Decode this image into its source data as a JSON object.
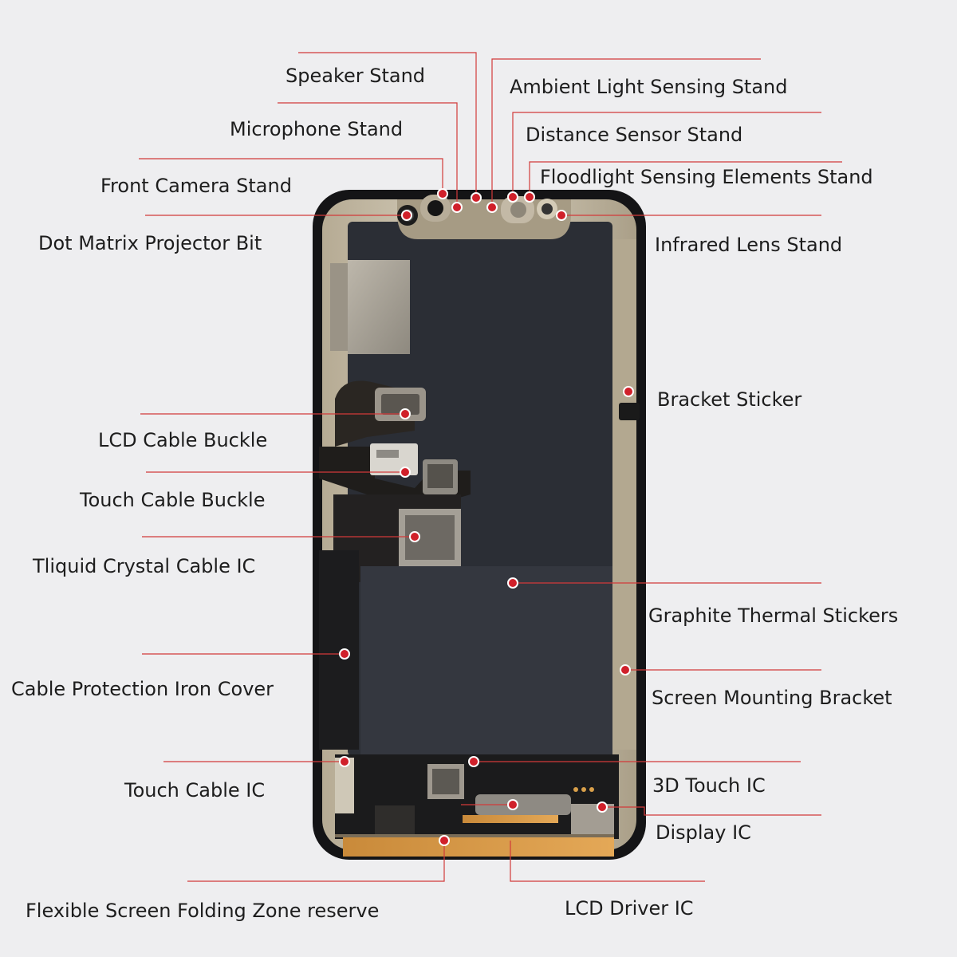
{
  "labels": {
    "speaker_stand": "Speaker Stand",
    "microphone_stand": "Microphone Stand",
    "front_camera_stand": "Front Camera Stand",
    "dot_matrix_projector_bit": "Dot Matrix Projector Bit",
    "ambient_light_sensing_stand": "Ambient Light Sensing Stand",
    "distance_sensor_stand": "Distance Sensor Stand",
    "floodlight_sensing_elements_stand": "Floodlight Sensing Elements Stand",
    "infrared_lens_stand": "Infrared Lens Stand",
    "bracket_sticker": "Bracket Sticker",
    "lcd_cable_buckle": "LCD Cable Buckle",
    "touch_cable_buckle": "Touch Cable Buckle",
    "tliquid_crystal_cable_ic": "Tliquid Crystal Cable IC",
    "graphite_thermal_stickers": "Graphite Thermal Stickers",
    "cable_protection_iron_cover": "Cable Protection Iron Cover",
    "screen_mounting_bracket": "Screen Mounting Bracket",
    "touch_cable_ic": "Touch Cable IC",
    "3d_touch_ic": "3D Touch IC",
    "display_ic": "Display IC",
    "flexible_screen_folding_zone_reserve": "Flexible Screen Folding Zone reserve",
    "lcd_driver_ic": "LCD Driver IC"
  },
  "colors": {
    "background": "#eeeef0",
    "leader_line": "#d23a3a",
    "marker": "#d0202a",
    "label_text": "#1d1d1d"
  }
}
